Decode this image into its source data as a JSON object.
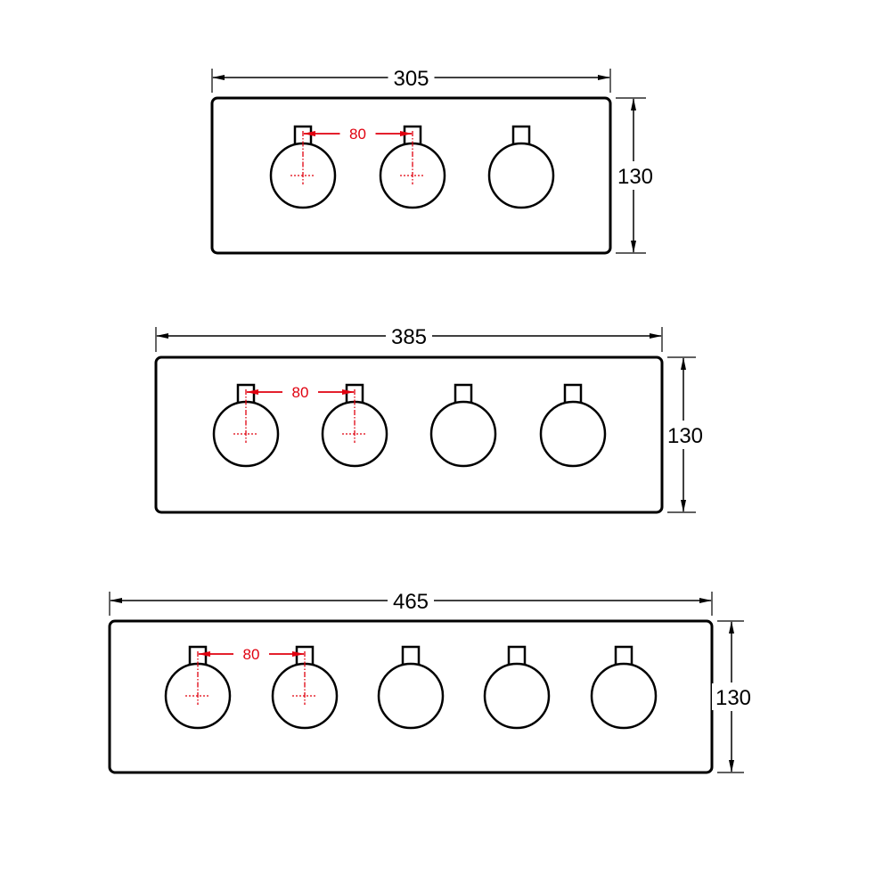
{
  "colors": {
    "line": "#000000",
    "accent": "#e0000f"
  },
  "panels": [
    {
      "width_label": "305",
      "height_label": "130",
      "knob_count": 3,
      "spacing_label": "80"
    },
    {
      "width_label": "385",
      "height_label": "130",
      "knob_count": 4,
      "spacing_label": "80"
    },
    {
      "width_label": "465",
      "height_label": "130",
      "knob_count": 5,
      "spacing_label": "80"
    }
  ]
}
